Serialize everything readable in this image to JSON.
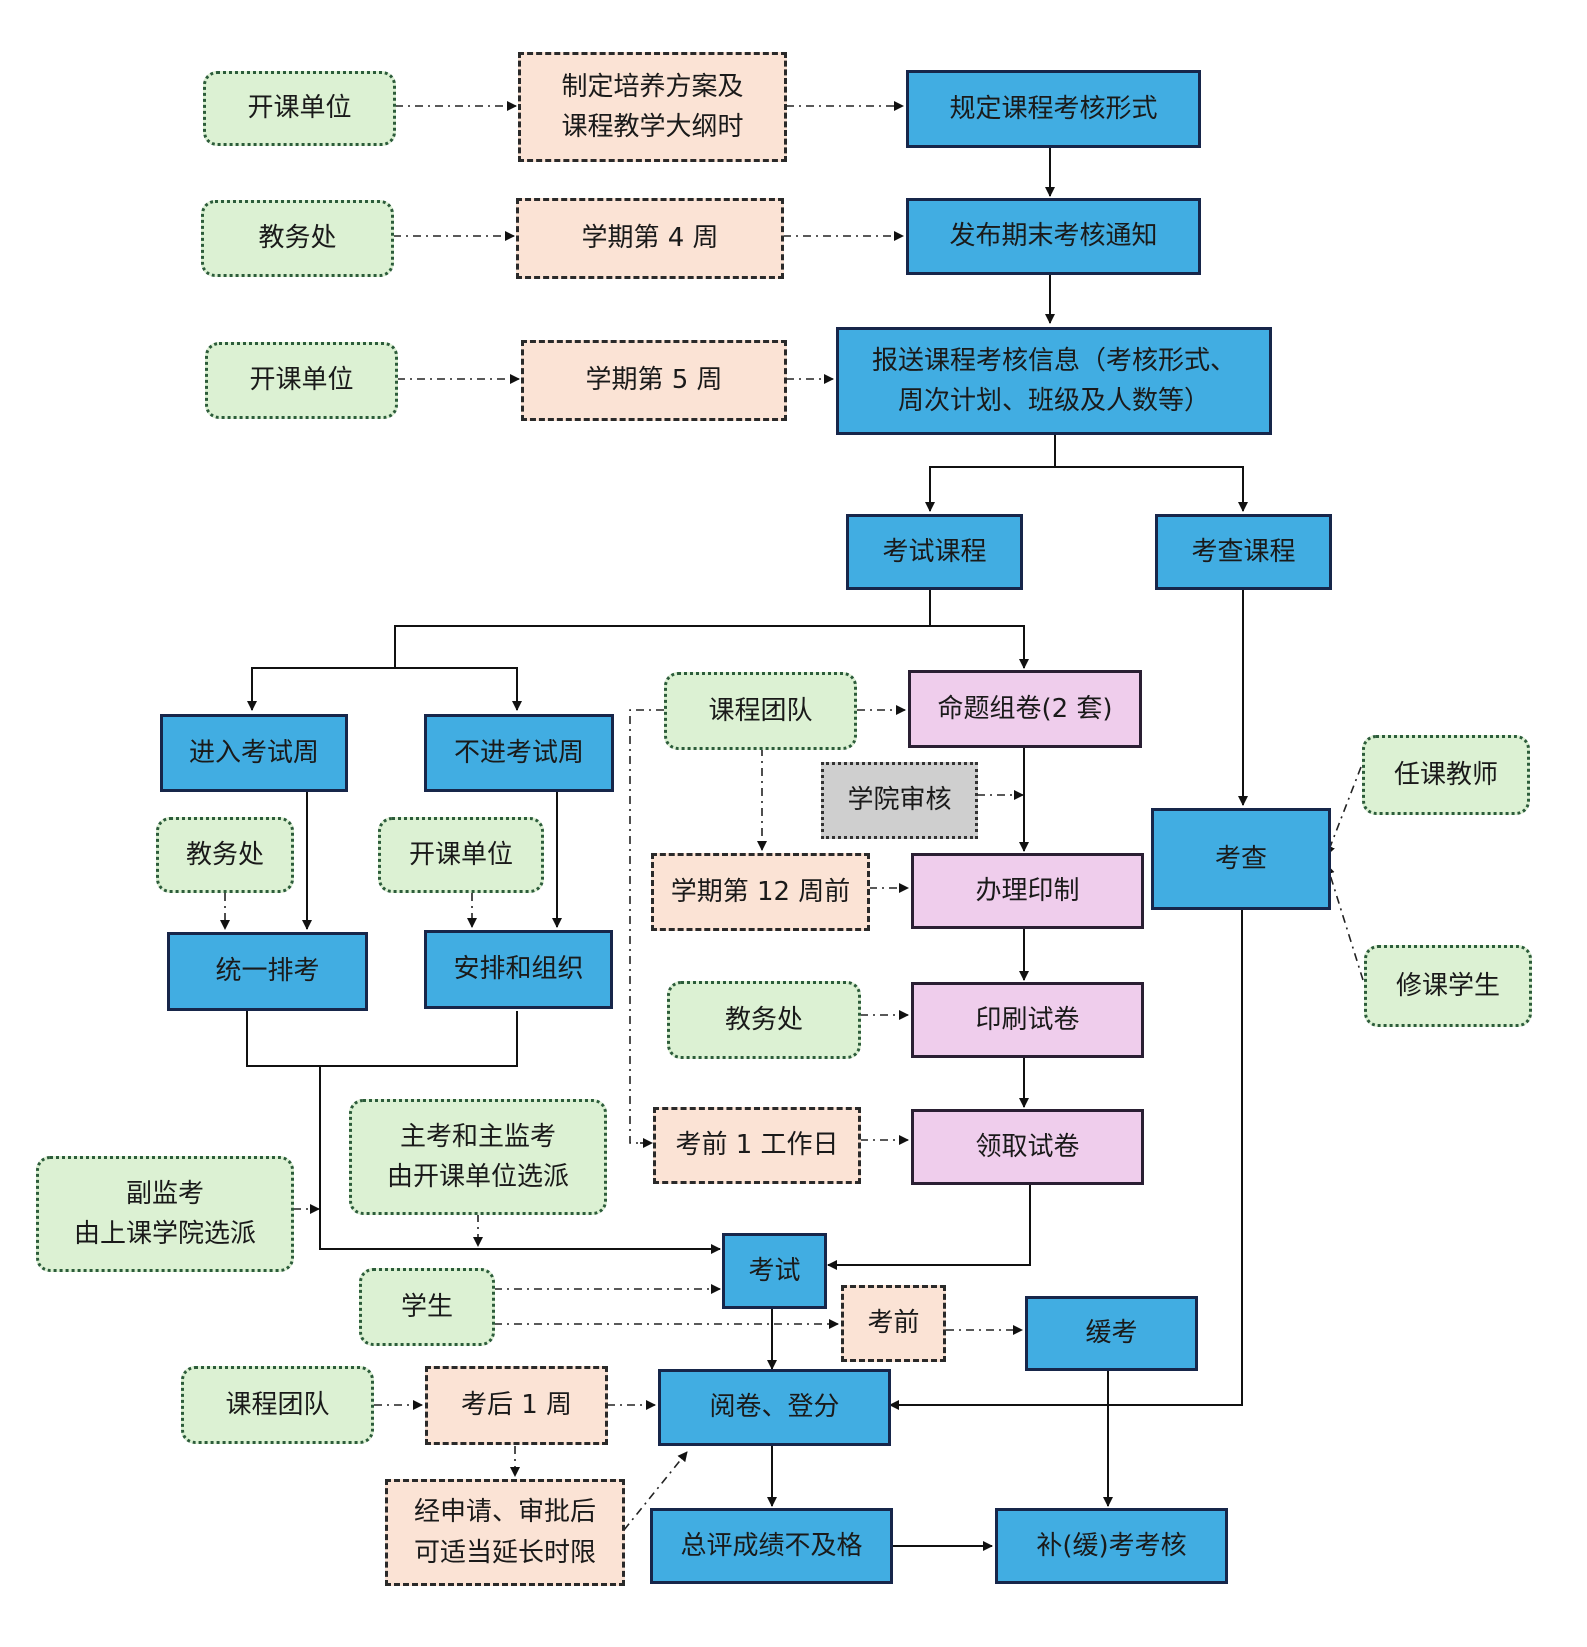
{
  "colors": {
    "process": "#41ade2",
    "actor": "#dcf1d3",
    "time": "#fbe3d5",
    "prep": "#efcdec",
    "review": "#cfcfcf"
  },
  "nodes": {
    "actor_kaike_1": "开课单位",
    "time_plan": [
      "制定培养方案及",
      "课程教学大纲时"
    ],
    "proc_define": "规定课程考核形式",
    "actor_jiaowu_1": "教务处",
    "time_week4": "学期第 4 周",
    "proc_notice": "发布期末考核通知",
    "actor_kaike_2": "开课单位",
    "time_week5": "学期第 5 周",
    "proc_submit": [
      "报送课程考核信息（考核形式、",
      "周次计划、班级及人数等）"
    ],
    "proc_exam_course": "考试课程",
    "proc_check_course": "考查课程",
    "proc_enter_week": "进入考试周",
    "proc_not_enter_week": "不进考试周",
    "actor_team_1": "课程团队",
    "prep_compose": "命题组卷(2 套)",
    "review_college": "学院审核",
    "actor_teacher": "任课教师",
    "proc_check": "考查",
    "actor_jiaowu_2": "教务处",
    "actor_kaike_3": "开课单位",
    "time_week12": "学期第 12 周前",
    "prep_print_process": "办理印制",
    "proc_unified": "统一排考",
    "proc_arrange": "安排和组织",
    "actor_jiaowu_3": "教务处",
    "prep_print": "印刷试卷",
    "actor_student_course": "修课学生",
    "actor_chief": [
      "主考和主监考",
      "由开课单位选派"
    ],
    "time_1day": "考前 1 工作日",
    "prep_collect": "领取试卷",
    "actor_deputy": [
      "副监考",
      "由上课学院选派"
    ],
    "proc_exam": "考试",
    "actor_student": "学生",
    "time_before": "考前",
    "proc_defer": "缓考",
    "actor_team_2": "课程团队",
    "time_1week": "考后 1 周",
    "proc_grading": "阅卷、登分",
    "time_extend": [
      "经申请、审批后",
      "可适当延长时限"
    ],
    "proc_fail": "总评成绩不及格",
    "proc_makeup": "补(缓)考考核"
  }
}
